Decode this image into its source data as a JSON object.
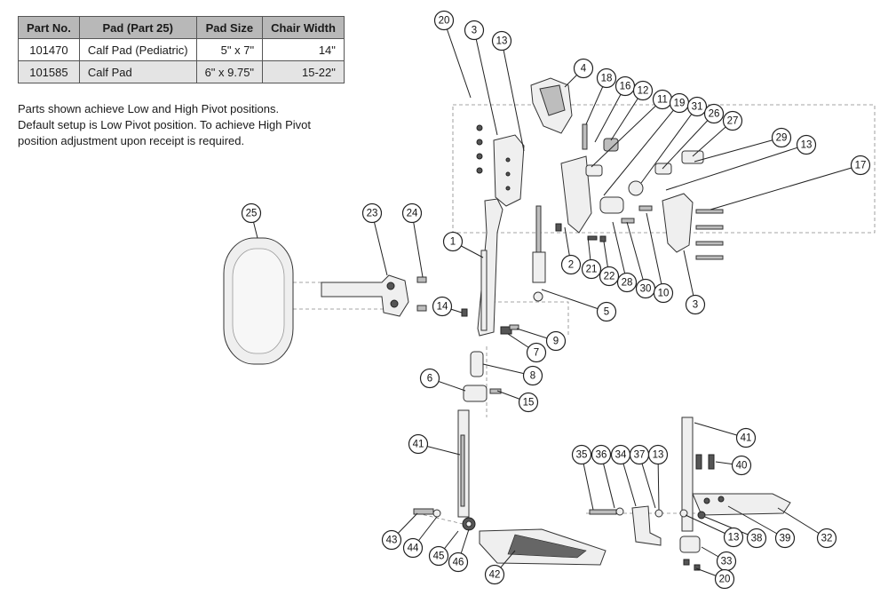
{
  "table": {
    "headers": [
      "Part No.",
      "Pad (Part 25)",
      "Pad Size",
      "Chair Width"
    ],
    "rows": [
      [
        "101470",
        "Calf Pad (Pediatric)",
        "5\" x 7\"",
        "14\""
      ],
      [
        "101585",
        "Calf Pad",
        "6\" x 9.75\"",
        "15-22\""
      ]
    ]
  },
  "note": {
    "line1": "Parts shown achieve Low and High Pivot positions.",
    "line2": "Default setup is Low Pivot position. To achieve High Pivot",
    "line3": "position adjustment upon receipt is required."
  },
  "callouts": [
    "20",
    "3",
    "13",
    "4",
    "18",
    "16",
    "12",
    "11",
    "19",
    "31",
    "26",
    "27",
    "29",
    "13",
    "17",
    "25",
    "23",
    "24",
    "1",
    "2",
    "21",
    "22",
    "28",
    "30",
    "10",
    "3",
    "14",
    "5",
    "9",
    "7",
    "8",
    "6",
    "15",
    "41",
    "41",
    "40",
    "35",
    "36",
    "34",
    "37",
    "13",
    "43",
    "44",
    "45",
    "46",
    "42",
    "13",
    "38",
    "39",
    "32",
    "33",
    "20"
  ]
}
